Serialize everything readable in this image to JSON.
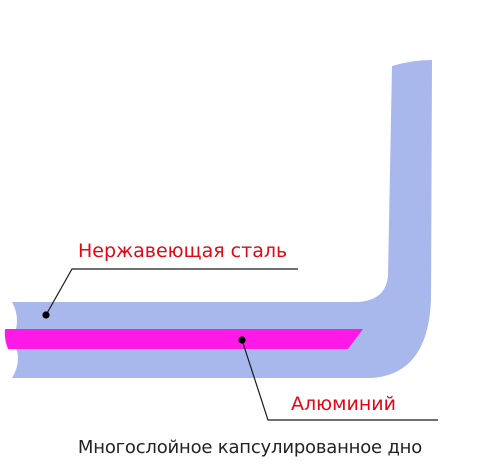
{
  "labels": {
    "stainless_steel": "Нержавеющая сталь",
    "aluminium": "Алюминий"
  },
  "caption": "Многослойное капсулированное дно",
  "colors": {
    "steel_fill": "#a9b8ec",
    "aluminium_fill": "#ff19e6",
    "label_text": "#e30613",
    "caption_text": "#222222",
    "leader_line": "#1a1a1a",
    "pointer_dot": "#000000"
  }
}
